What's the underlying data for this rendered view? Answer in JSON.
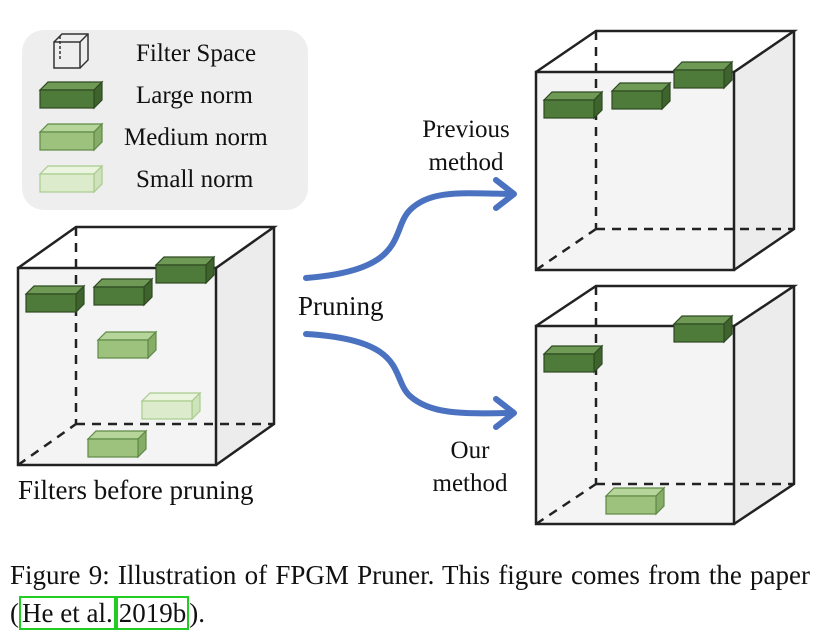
{
  "legend": {
    "filter_space": "Filter Space",
    "large_norm": "Large norm",
    "medium_norm": "Medium norm",
    "small_norm": "Small norm"
  },
  "labels": {
    "pruning": "Pruning",
    "previous_method_line1": "Previous",
    "previous_method_line2": "method",
    "our_method_line1": "Our",
    "our_method_line2": "method",
    "filters_before": "Filters before pruning"
  },
  "caption": {
    "prefix": "Figure 9: Illustration of FPGM Pruner. This figure comes from the paper (",
    "cite_author": "He et al.",
    "cite_year": "2019b",
    "suffix": ")."
  },
  "colors": {
    "large": "#4e7a3a",
    "medium": "#9cc27e",
    "small": "#dcebcc",
    "arrow": "#4a72c0",
    "legend_bg": "#eeeeee",
    "floor": "#e2e2e2",
    "cite_border": "#22cc22"
  }
}
